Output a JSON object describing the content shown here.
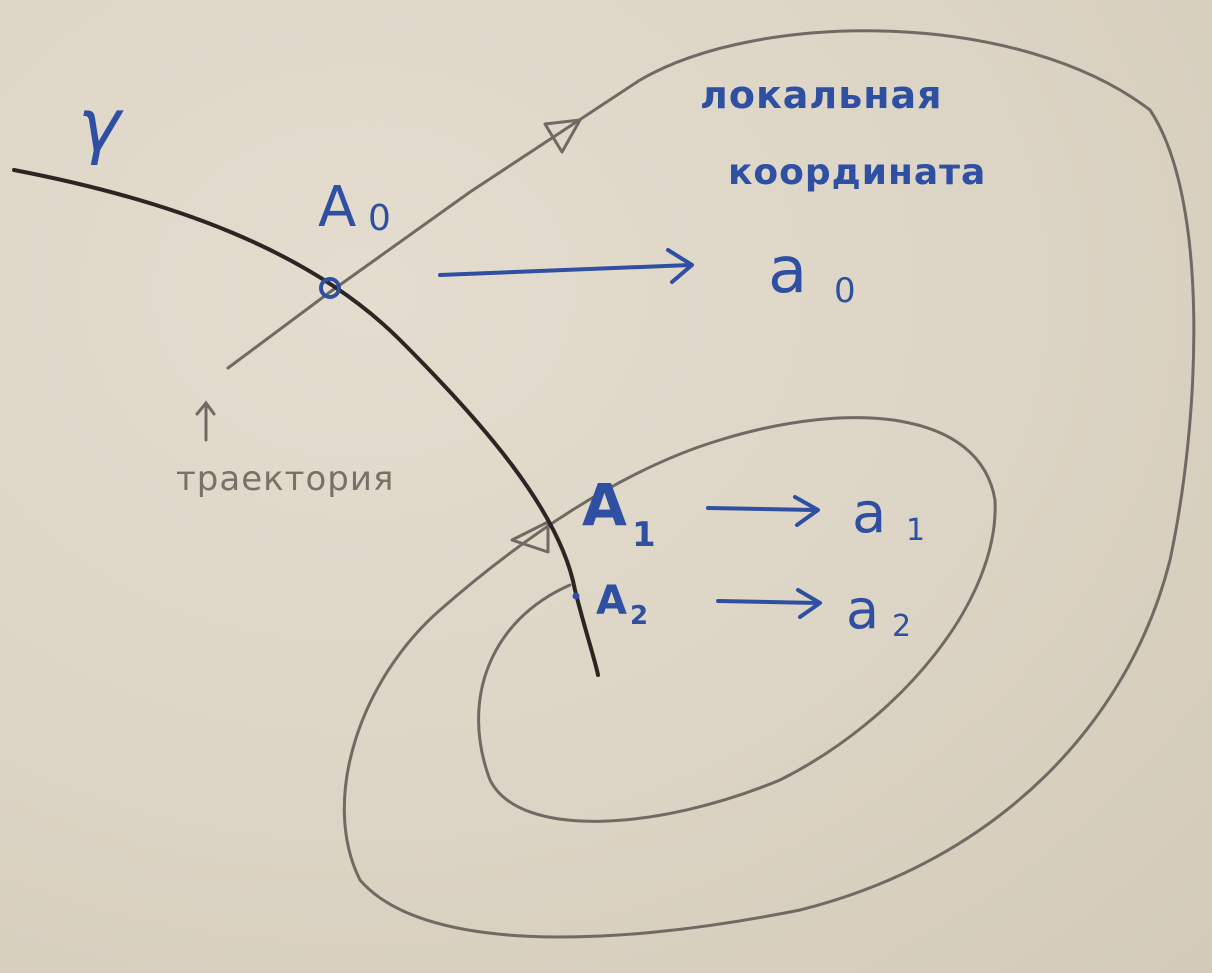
{
  "labels": {
    "curve": "γ",
    "A0": "A",
    "A0_sub": "0",
    "a0": "a",
    "a0_sub": "0",
    "A1": "A",
    "A1_sub": "1",
    "a1": "a",
    "a1_sub": "1",
    "A2": "A",
    "A2_sub": "2",
    "a2": "a",
    "a2_sub": "2",
    "local_coord_line1": "локальная",
    "local_coord_line2": "координата",
    "trajectory": "траектория"
  },
  "colors": {
    "ink_blue": "#2f4fa3",
    "pencil_gray": "#6f6a63",
    "curve_dark": "#2b2623",
    "paper": "#ddd6c6"
  }
}
